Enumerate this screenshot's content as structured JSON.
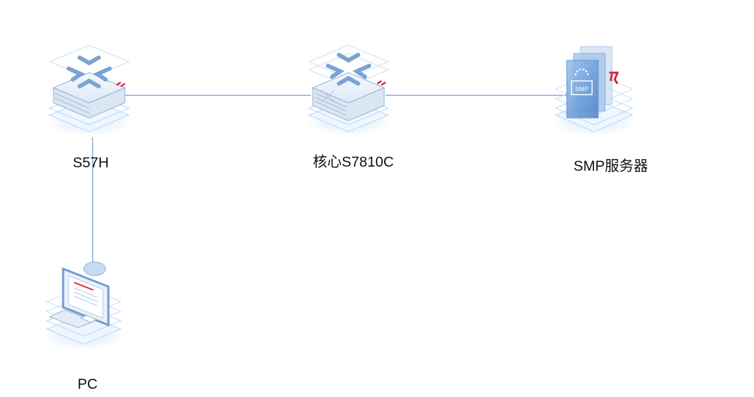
{
  "nodes": [
    {
      "id": "s57h",
      "label": "S57H",
      "kind": "access-switch"
    },
    {
      "id": "core",
      "label": "核心S7810C",
      "kind": "core-switch"
    },
    {
      "id": "smp",
      "label": "SMP服务器",
      "kind": "server"
    },
    {
      "id": "pc",
      "label": "PC",
      "kind": "pc"
    }
  ],
  "links": [
    {
      "from": "s57h",
      "to": "core"
    },
    {
      "from": "core",
      "to": "smp"
    },
    {
      "from": "s57h",
      "to": "pc"
    }
  ],
  "smp_badge_text": "SMP",
  "colors": {
    "link": "#4a7ec4",
    "platform_light": "#eef6ff",
    "platform_edge": "#b9d6f3",
    "platform_glow": "#cfe4fa",
    "device_face": "#e6eef8",
    "device_stroke": "#8fb0d6",
    "accent_red": "#d6243a",
    "text": "#111111"
  }
}
